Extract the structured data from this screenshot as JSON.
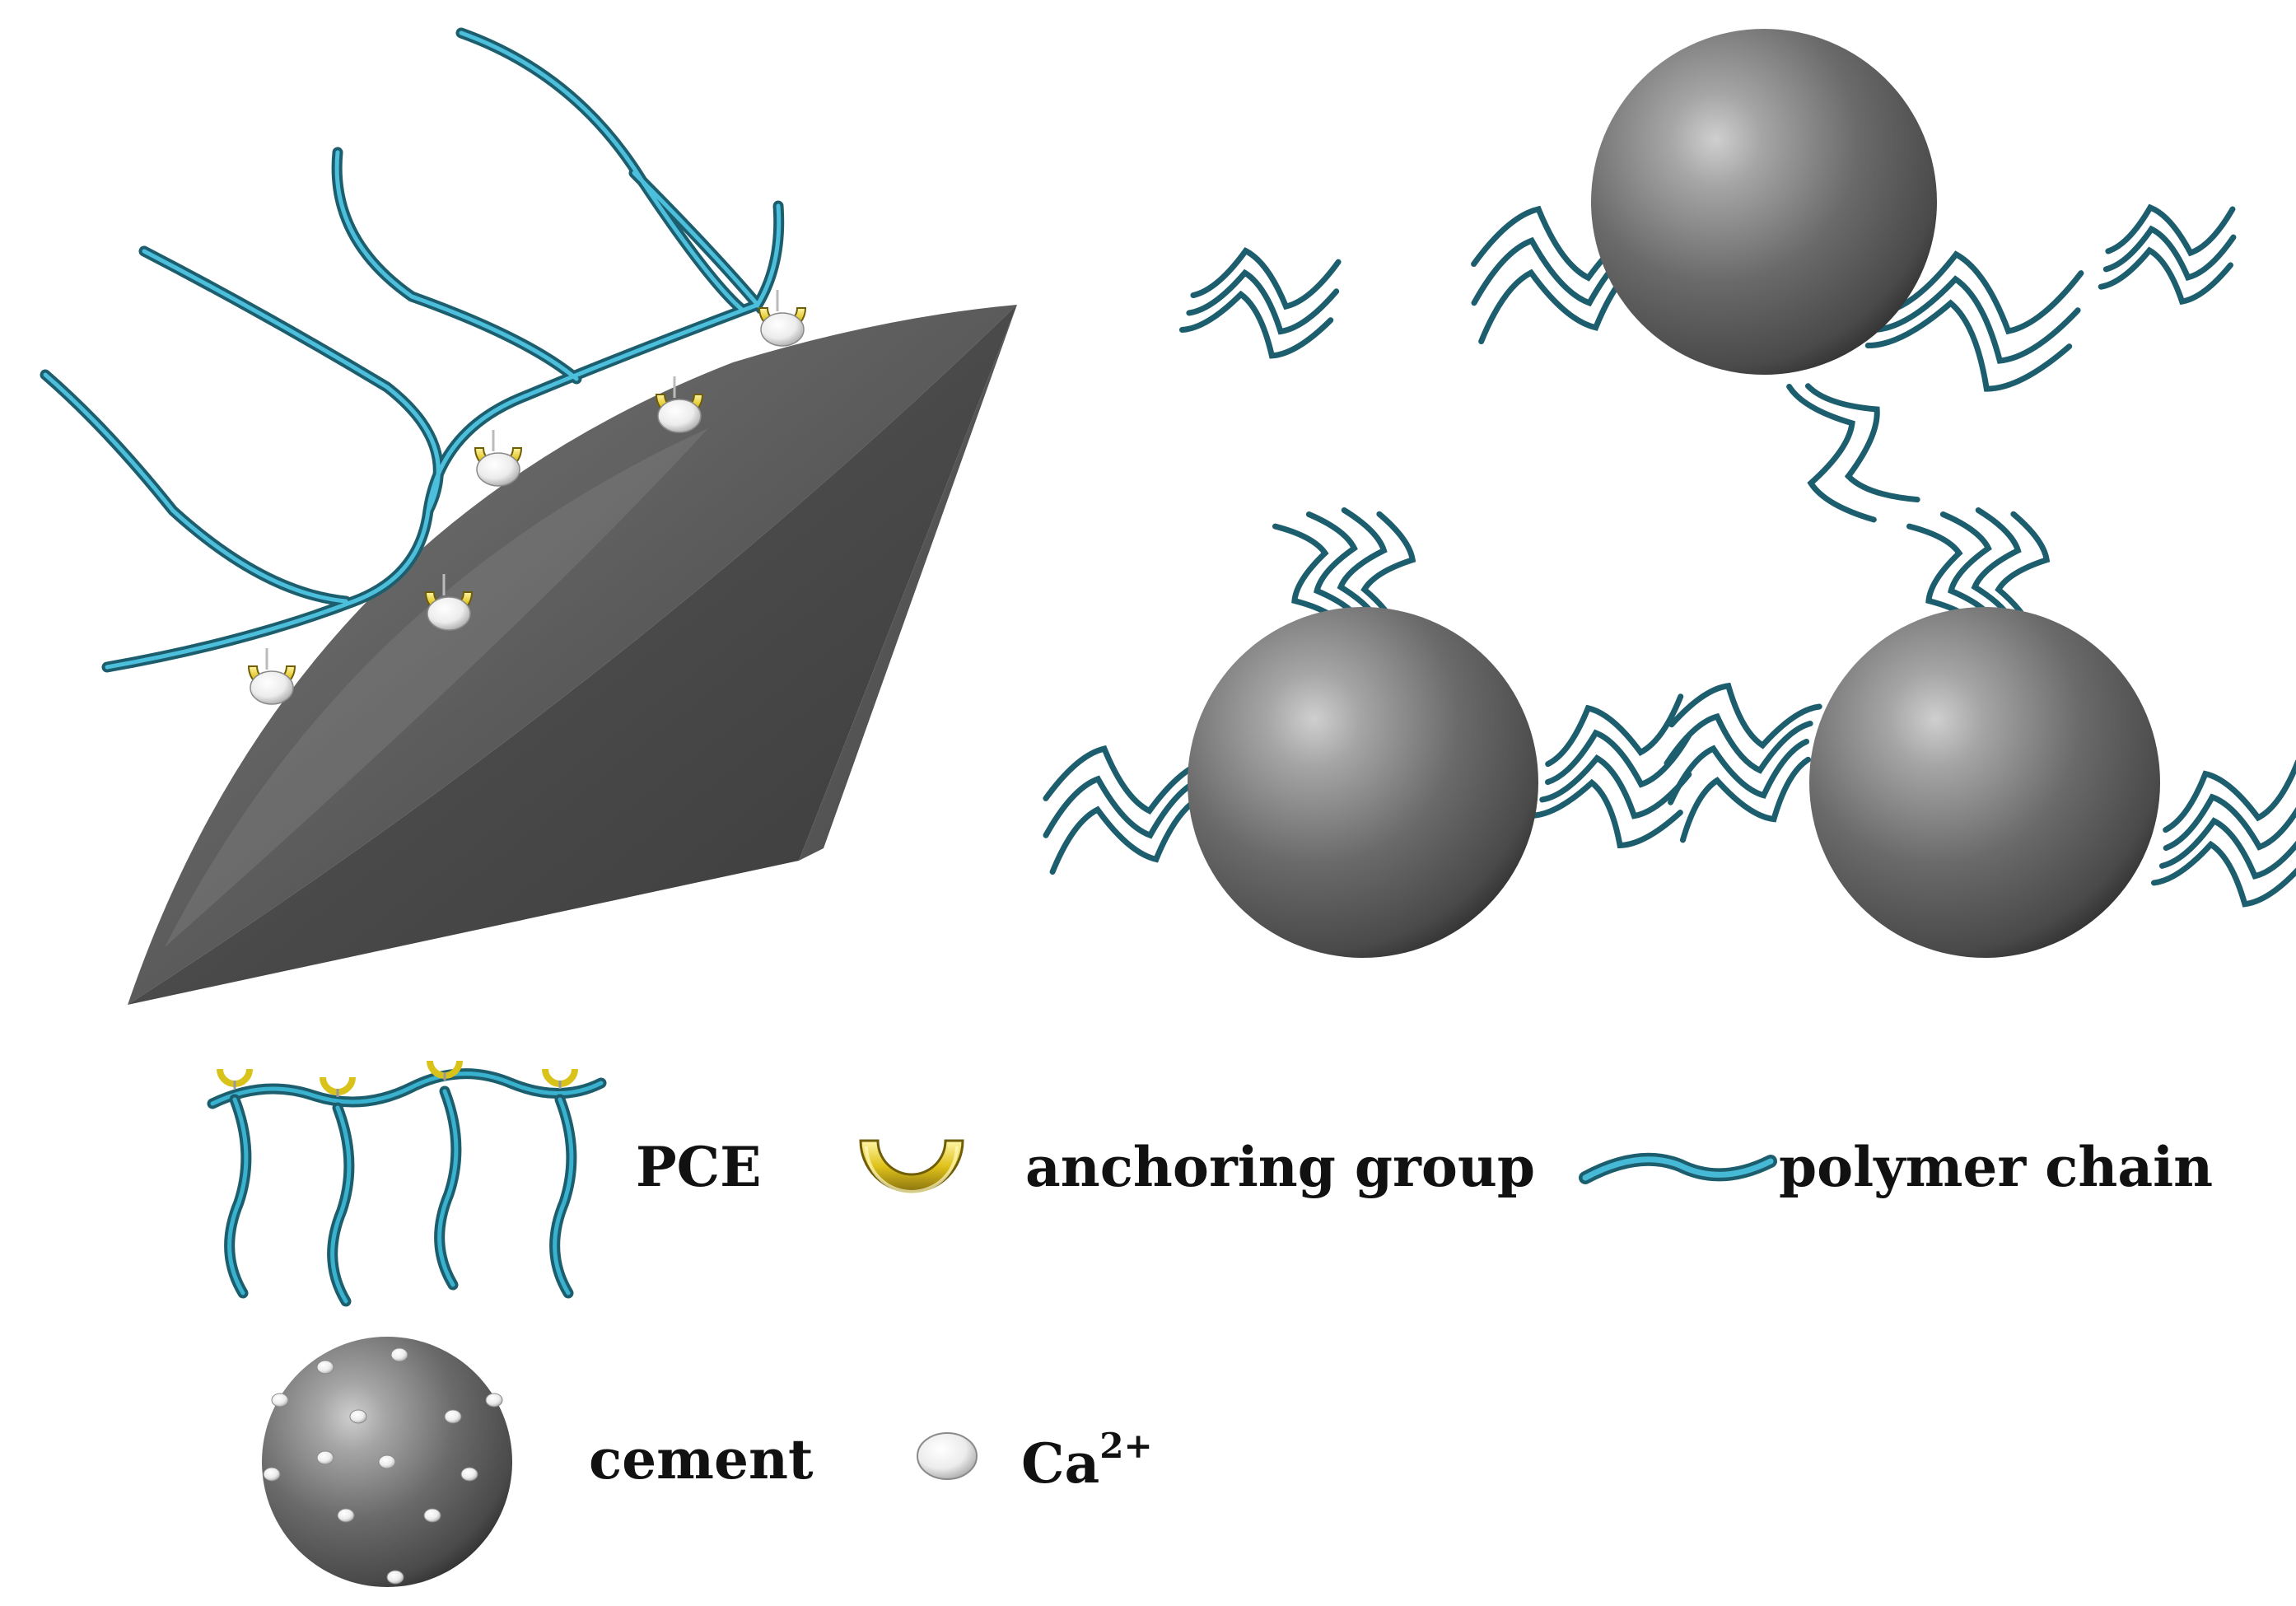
{
  "legend": {
    "pce": "PCE",
    "anchoring_group": "anchoring group",
    "polymer_chain": "polymer chain",
    "cement": "cement",
    "ca_base": "Ca",
    "ca_sup": "2+"
  },
  "colors": {
    "polymer_chain": "#2a91ad",
    "polymer_chain_dark": "#1d5e6e",
    "anchoring_group": "#d9c21a",
    "cement_particle": "#5e5e5e",
    "calcium_ion": "#f2f2f2",
    "legend_text": "#111111"
  },
  "icons": {
    "pce": "pce-comb-icon",
    "anchoring_group": "anchor-cup-icon",
    "polymer_chain": "polymer-chain-icon",
    "cement": "cement-sphere-icon",
    "calcium": "calcium-ion-icon"
  }
}
